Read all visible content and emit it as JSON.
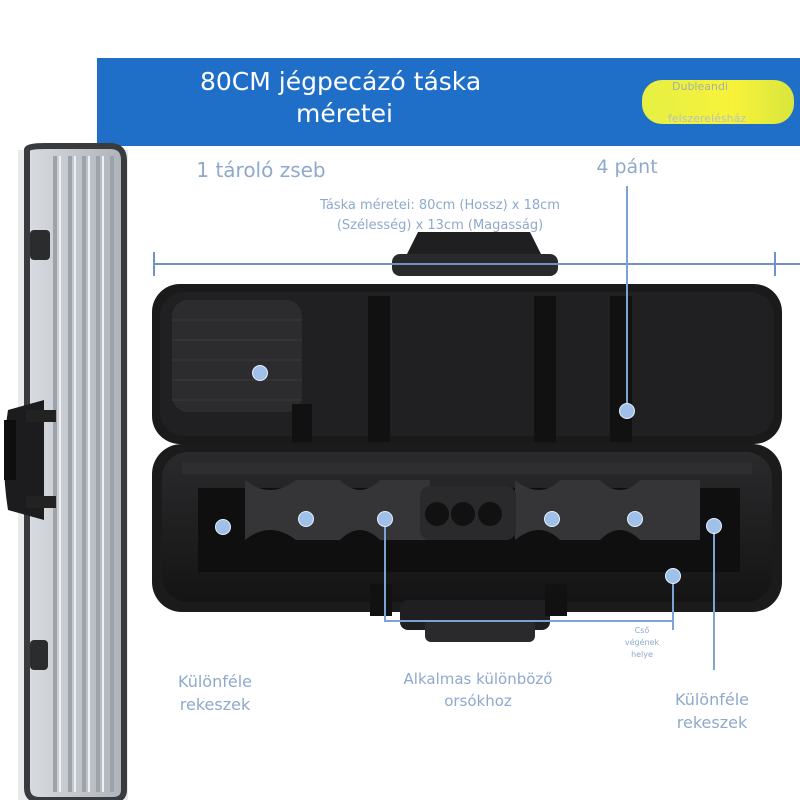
{
  "banner": {
    "title_line1": "80CM jégpecázó táska",
    "title_line2": "méretei",
    "badge_line1": "Dubleandi",
    "badge_line2": "felszerelésház"
  },
  "labels": {
    "storage_pocket": "1 tároló zseb",
    "straps": "4 pánt",
    "dimensions_line1": "Táska méretei: 80cm (Hossz) x 18cm",
    "dimensions_line2": "(Szélesség) x 13cm (Magasság)",
    "compartments_left_1": "Különféle",
    "compartments_left_2": "rekeszek",
    "reels_1": "Alkalmas különböző",
    "reels_2": "orsókhoz",
    "tube_end_1": "Cső",
    "tube_end_2": "végének",
    "tube_end_3": "helye",
    "compartments_right_1": "Különféle",
    "compartments_right_2": "rekeszek"
  },
  "colors": {
    "banner": "#1f6fc8",
    "label": "#8fa9cc",
    "dot": "#9fc0e8"
  }
}
